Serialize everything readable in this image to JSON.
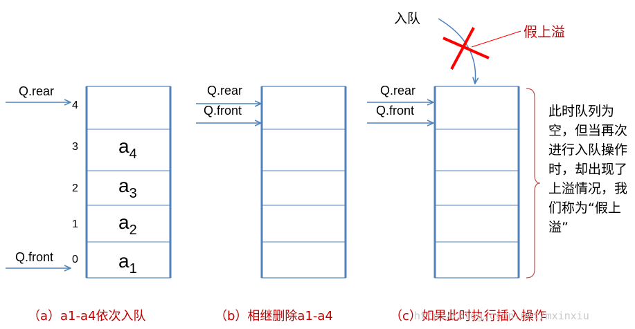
{
  "panel_a": {
    "rear_label": "Q.rear",
    "front_label": "Q.front",
    "indices": [
      "4",
      "3",
      "2",
      "1",
      "0"
    ],
    "elements": [
      {
        "base": "a",
        "sub": "4"
      },
      {
        "base": "a",
        "sub": "3"
      },
      {
        "base": "a",
        "sub": "2"
      },
      {
        "base": "a",
        "sub": "1"
      }
    ],
    "caption": "（a）a1-a4依次入队"
  },
  "panel_b": {
    "rear_label": "Q.rear",
    "front_label": "Q.front",
    "caption": "（b）相继删除a1-a4"
  },
  "panel_c": {
    "rear_label": "Q.rear",
    "front_label": "Q.front",
    "enqueue_label": "入队",
    "false_overflow_label": "假上溢",
    "caption": "（c）如果此时执行插入操作"
  },
  "note": "此时队列为空，但当再次进行入队操作时，却出现了上溢情况，我们称为“假上溢”",
  "watermark": "http://blog.csdn.net/mxinxiu",
  "colors": {
    "arrow": "#4f81bd",
    "cell_line": "#4f81bd",
    "cross": "#ff0000",
    "caption": "#c00000"
  }
}
